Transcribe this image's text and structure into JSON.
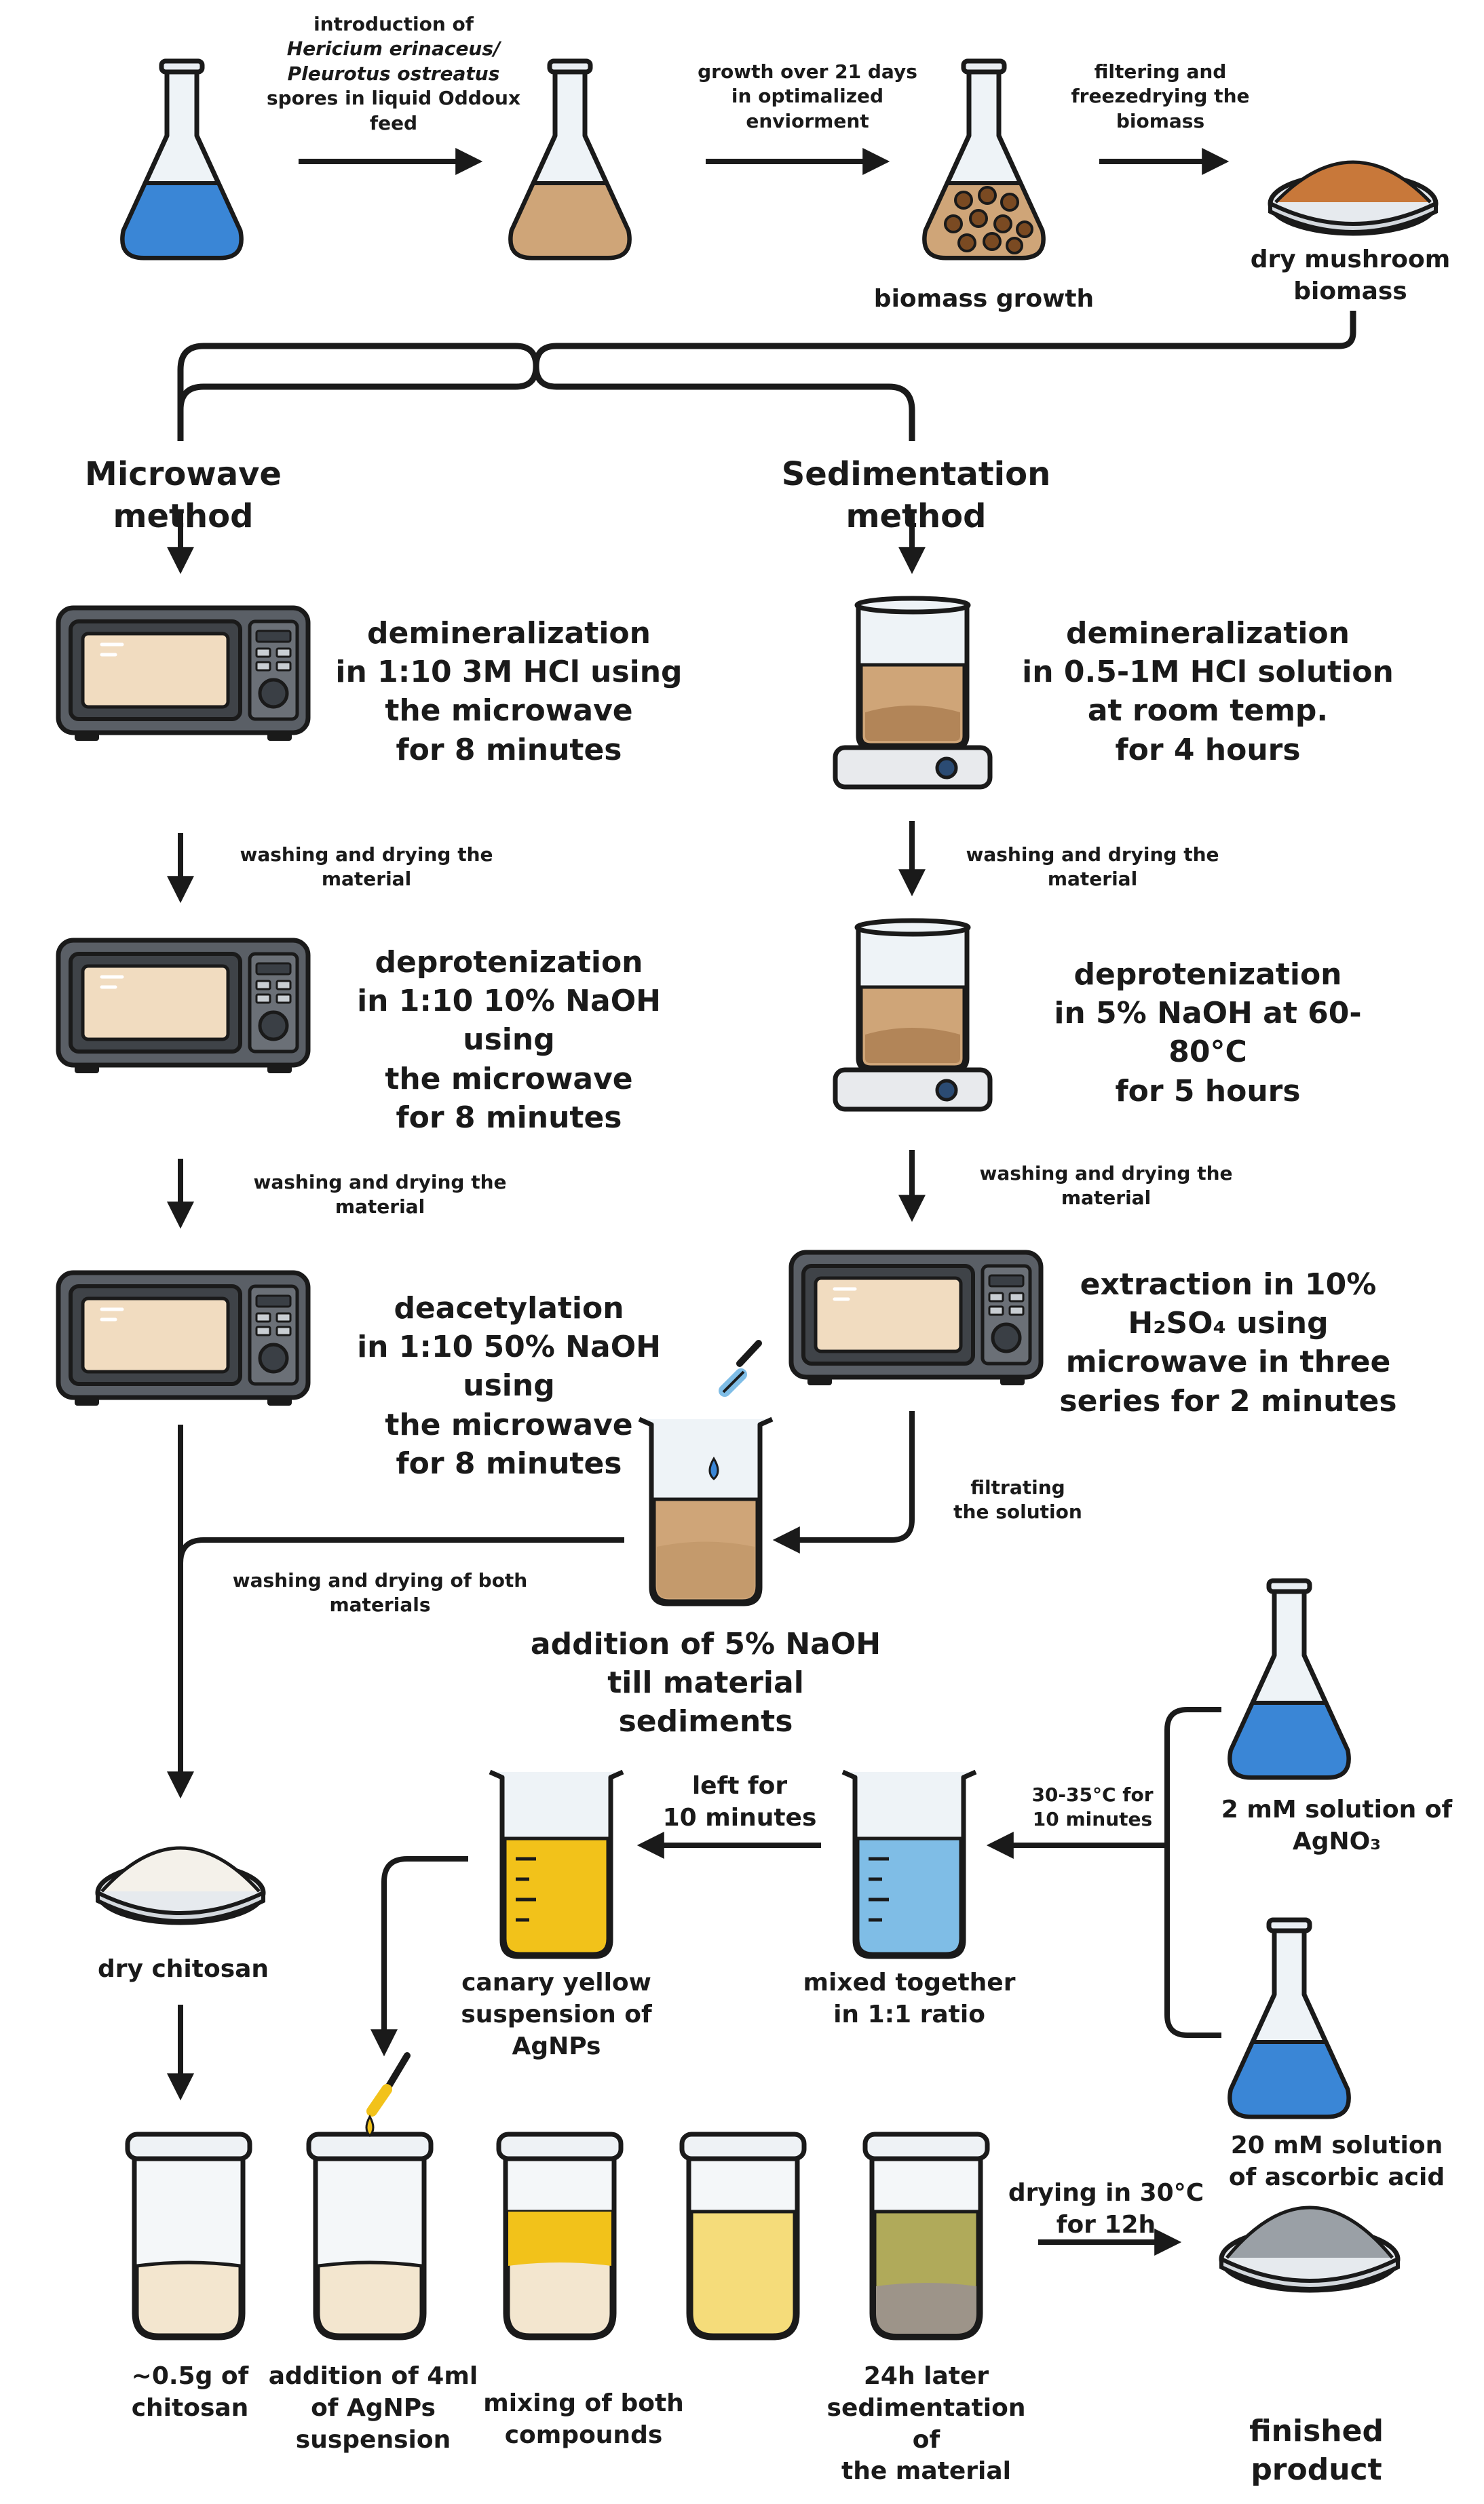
{
  "labels": {
    "intro_l1": "introduction of",
    "intro_l2": "Hericium erinaceus/",
    "intro_l3": "Pleurotus ostreatus",
    "intro_l4": "spores in liquid Oddoux",
    "intro_l5": "feed",
    "growth_l1": "growth over 21 days",
    "growth_l2": "in optimalized",
    "growth_l3": "enviorment",
    "filter_l1": "filtering and",
    "filter_l2": "freezedrying the",
    "filter_l3": "biomass",
    "biomass_growth": "biomass growth",
    "dry_biomass_l1": "dry mushroom",
    "dry_biomass_l2": "biomass",
    "microwave_method": "Microwave method",
    "sedimentation_method": "Sedimentation method",
    "mw_demin_l1": "demineralization",
    "mw_demin_l2": "in 1:10 3M HCl using",
    "mw_demin_l3": "the microwave",
    "mw_demin_l4": "for 8 minutes",
    "wash1_l1": "washing and drying the",
    "wash1_l2": "material",
    "mw_deprot_l1": "deprotenization",
    "mw_deprot_l2": "in 1:10 10% NaOH using",
    "mw_deprot_l3": "the microwave",
    "mw_deprot_l4": "for 8 minutes",
    "wash2_l1": "washing and drying the",
    "wash2_l2": "material",
    "mw_deacet_l1": "deacetylation",
    "mw_deacet_l2": "in 1:10 50% NaOH using",
    "mw_deacet_l3": "the microwave",
    "mw_deacet_l4": "for 8 minutes",
    "sed_demin_l1": "demineralization",
    "sed_demin_l2": "in 0.5-1M HCl solution",
    "sed_demin_l3": "at room temp.",
    "sed_demin_l4": "for 4 hours",
    "wash3_l1": "washing and drying the",
    "wash3_l2": "material",
    "sed_deprot_l1": "deprotenization",
    "sed_deprot_l2": "in 5% NaOH at 60-80°C",
    "sed_deprot_l3": "for 5 hours",
    "wash4_l1": "washing and drying the",
    "wash4_l2": "material",
    "extract_l1": "extraction in 10%",
    "extract_l2": "H₂SO₄ using",
    "extract_l3": "microwave in three",
    "extract_l4": "series for 2 minutes",
    "filtrate_l1": "filtrating",
    "filtrate_l2": "the solution",
    "addnaoh_l1": "addition of 5% NaOH",
    "addnaoh_l2": "till material sediments",
    "washboth_l1": "washing and drying of both",
    "washboth_l2": "materials",
    "dry_chitosan": "dry chitosan",
    "agno3_l1": "2 mM solution of",
    "agno3_l2": "AgNO₃",
    "asc_l1": "20 mM solution",
    "asc_l2": "of ascorbic acid",
    "temp_l1": "30-35°C for",
    "temp_l2": "10 minutes",
    "mixed_l1": "mixed together",
    "mixed_l2": "in 1:1 ratio",
    "left_l1": "left for",
    "left_l2": "10 minutes",
    "canary_l1": "canary yellow",
    "canary_l2": "suspension of",
    "canary_l3": "AgNPs",
    "chitosan_amt_l1": "~0.5g of",
    "chitosan_amt_l2": "chitosan",
    "add_agnps_l1": "addition of 4ml",
    "add_agnps_l2": "of AgNPs",
    "add_agnps_l3": "suspension",
    "mixing_l1": "mixing of both",
    "mixing_l2": "compounds",
    "later_l1": "24h later",
    "later_l2": "sedimentation of",
    "later_l3": "the material",
    "drying_l1": "drying in 30°C",
    "drying_l2": "for 12h",
    "finished": "finished product"
  },
  "colors": {
    "stroke": "#1a1a1a",
    "blue_liquid": "#3a86d6",
    "tan_liquid": "#cfa578",
    "light_blue": "#7fbde6",
    "canary_yellow": "#f2c21a",
    "pale_yellow": "#f5dc7a",
    "olive": "#b0aa5a",
    "cream": "#f3e6cf",
    "microwave_body": "#5a5f66",
    "microwave_window": "#f1dcc0",
    "biomass_powder": "#c8783a",
    "chitosan_powder": "#f4f1ea",
    "final_powder": "#9aa0a6"
  }
}
